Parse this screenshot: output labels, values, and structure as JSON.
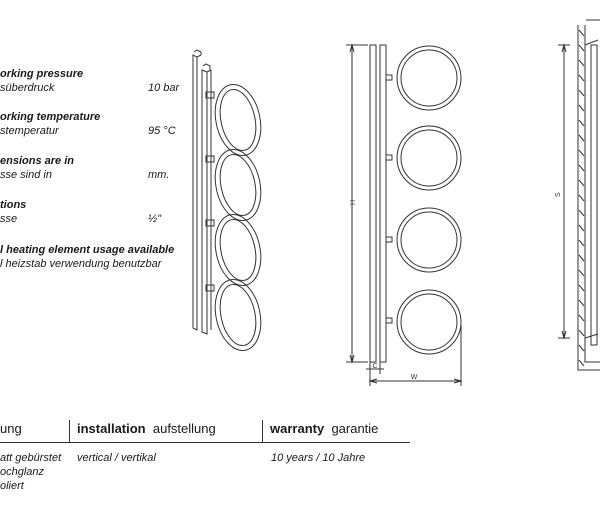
{
  "specs": [
    {
      "en": "orking pressure",
      "de": "süberdruck",
      "value": "10 bar"
    },
    {
      "en": "orking temperature",
      "de": "stemperatur",
      "value": "95 °C"
    },
    {
      "en": "ensions are in",
      "de": "sse sind in",
      "value": "mm."
    },
    {
      "en": "tions",
      "de": "sse",
      "value": "½\""
    },
    {
      "en": "l heating element usage available",
      "de": "l heizstab verwendung benutzbar",
      "value": ""
    }
  ],
  "dimensions": {
    "height": "H",
    "width": "W",
    "center": "C",
    "spacing": "S"
  },
  "table": {
    "col1_header": "ung",
    "installation_label": "installation",
    "installation_de": "aufstellung",
    "warranty_label": "warranty",
    "warranty_de": "garantie",
    "finish_options": [
      "att gebürstet",
      "ochglanz",
      "oliert"
    ],
    "installation_value": "vertical / vertikal",
    "warranty_value": "10 years / 10 Jahre"
  }
}
